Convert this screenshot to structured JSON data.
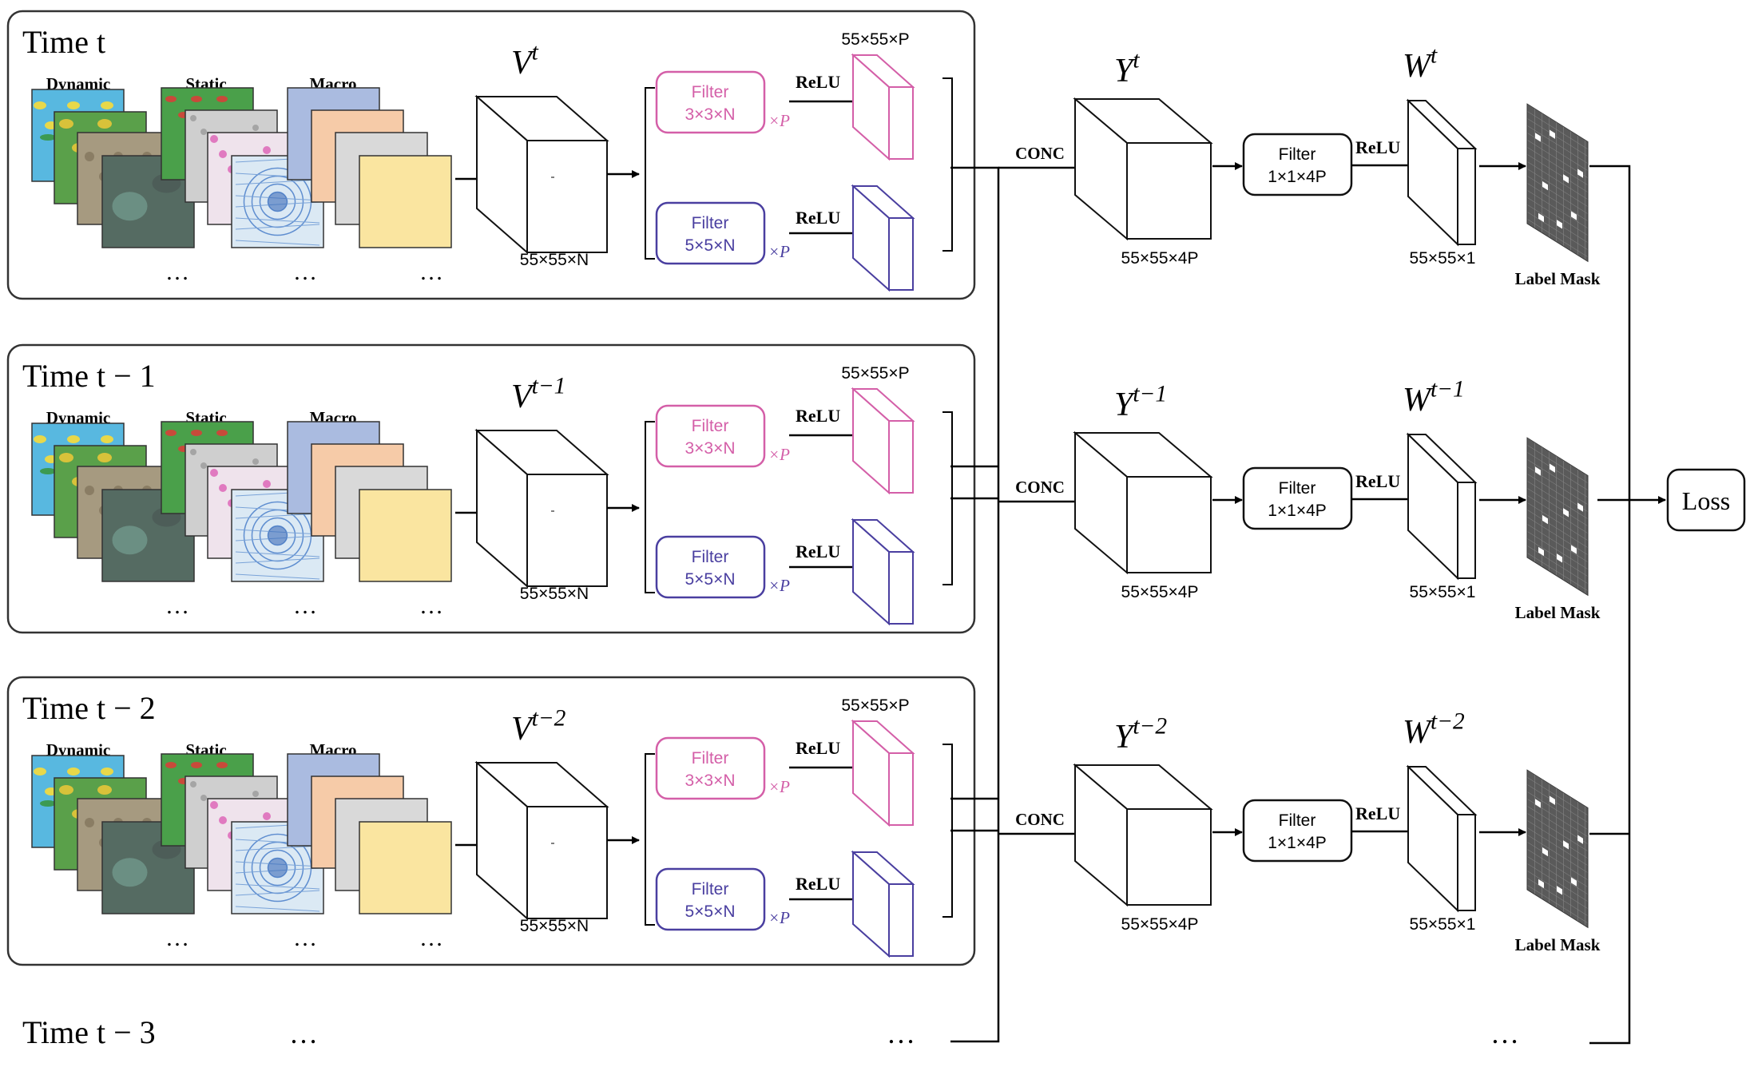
{
  "colors": {
    "pink": "#d45fa8",
    "purple": "#4a3fa0",
    "tile_blue": "#aabbe0",
    "tile_peach": "#f6cba8",
    "tile_gray": "#d9d9d9",
    "tile_yellow": "#fae5a0"
  },
  "tracks": [
    {
      "time": "Time t",
      "v": "V^t",
      "y": "Y^t",
      "w": "W^t",
      "inputs": {
        "dynamic": "Dynamic",
        "static": "Static",
        "macro": "Macro",
        "ellipsis": "…"
      },
      "v_size": "55×55×N",
      "filter1": {
        "name": "Filter",
        "size": "3×3×N",
        "mult": "×P"
      },
      "filter2": {
        "name": "Filter",
        "size": "5×5×N",
        "mult": "×P"
      },
      "feature_top": "55×55×P",
      "relu": "ReLU",
      "conc": "CONC",
      "y_size": "55×55×4P",
      "filter3": {
        "name": "Filter",
        "size": "1×1×4P"
      },
      "w_size": "55×55×1",
      "mask": "Label Mask"
    },
    {
      "time": "Time t − 1",
      "v": "V^(t−1)",
      "y": "Y^(t−1)",
      "w": "W^(t−1)",
      "inputs": {
        "dynamic": "Dynamic",
        "static": "Static",
        "macro": "Macro",
        "ellipsis": "…"
      },
      "v_size": "55×55×N",
      "filter1": {
        "name": "Filter",
        "size": "3×3×N",
        "mult": "×P"
      },
      "filter2": {
        "name": "Filter",
        "size": "5×5×N",
        "mult": "×P"
      },
      "feature_top": "55×55×P",
      "relu": "ReLU",
      "conc": "CONC",
      "y_size": "55×55×4P",
      "filter3": {
        "name": "Filter",
        "size": "1×1×4P"
      },
      "w_size": "55×55×1",
      "mask": "Label Mask"
    },
    {
      "time": "Time t − 2",
      "v": "V^(t−2)",
      "y": "Y^(t−2)",
      "w": "W^(t−2)",
      "inputs": {
        "dynamic": "Dynamic",
        "static": "Static",
        "macro": "Macro",
        "ellipsis": "…"
      },
      "v_size": "55×55×N",
      "filter1": {
        "name": "Filter",
        "size": "3×3×N",
        "mult": "×P"
      },
      "filter2": {
        "name": "Filter",
        "size": "5×5×N",
        "mult": "×P"
      },
      "feature_top": "55×55×P",
      "relu": "ReLU",
      "conc": "CONC",
      "y_size": "55×55×4P",
      "filter3": {
        "name": "Filter",
        "size": "1×1×4P"
      },
      "w_size": "55×55×1",
      "mask": "Label Mask"
    }
  ],
  "bottom": {
    "time": "Time t − 3",
    "ellipsis": "…"
  },
  "loss": "Loss"
}
